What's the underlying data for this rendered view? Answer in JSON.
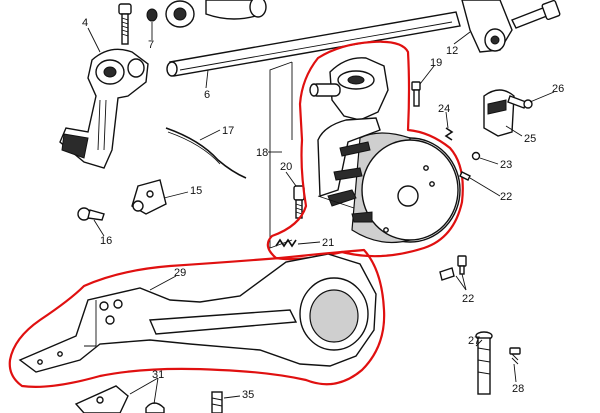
{
  "labels": {
    "l4": "4",
    "l7": "7",
    "l6": "6",
    "l12": "12",
    "l19": "19",
    "l26": "26",
    "l24": "24",
    "l25": "25",
    "l17": "17",
    "l18": "18",
    "l23": "23",
    "l20": "20",
    "l22a": "22",
    "l15": "15",
    "l16": "16",
    "l21": "21",
    "l29": "29",
    "l22b": "22",
    "l27": "27",
    "l28": "28",
    "l31": "31",
    "l35": "35"
  },
  "colors": {
    "highlight": "#e01010",
    "ink": "#111111",
    "background": "#ffffff"
  }
}
